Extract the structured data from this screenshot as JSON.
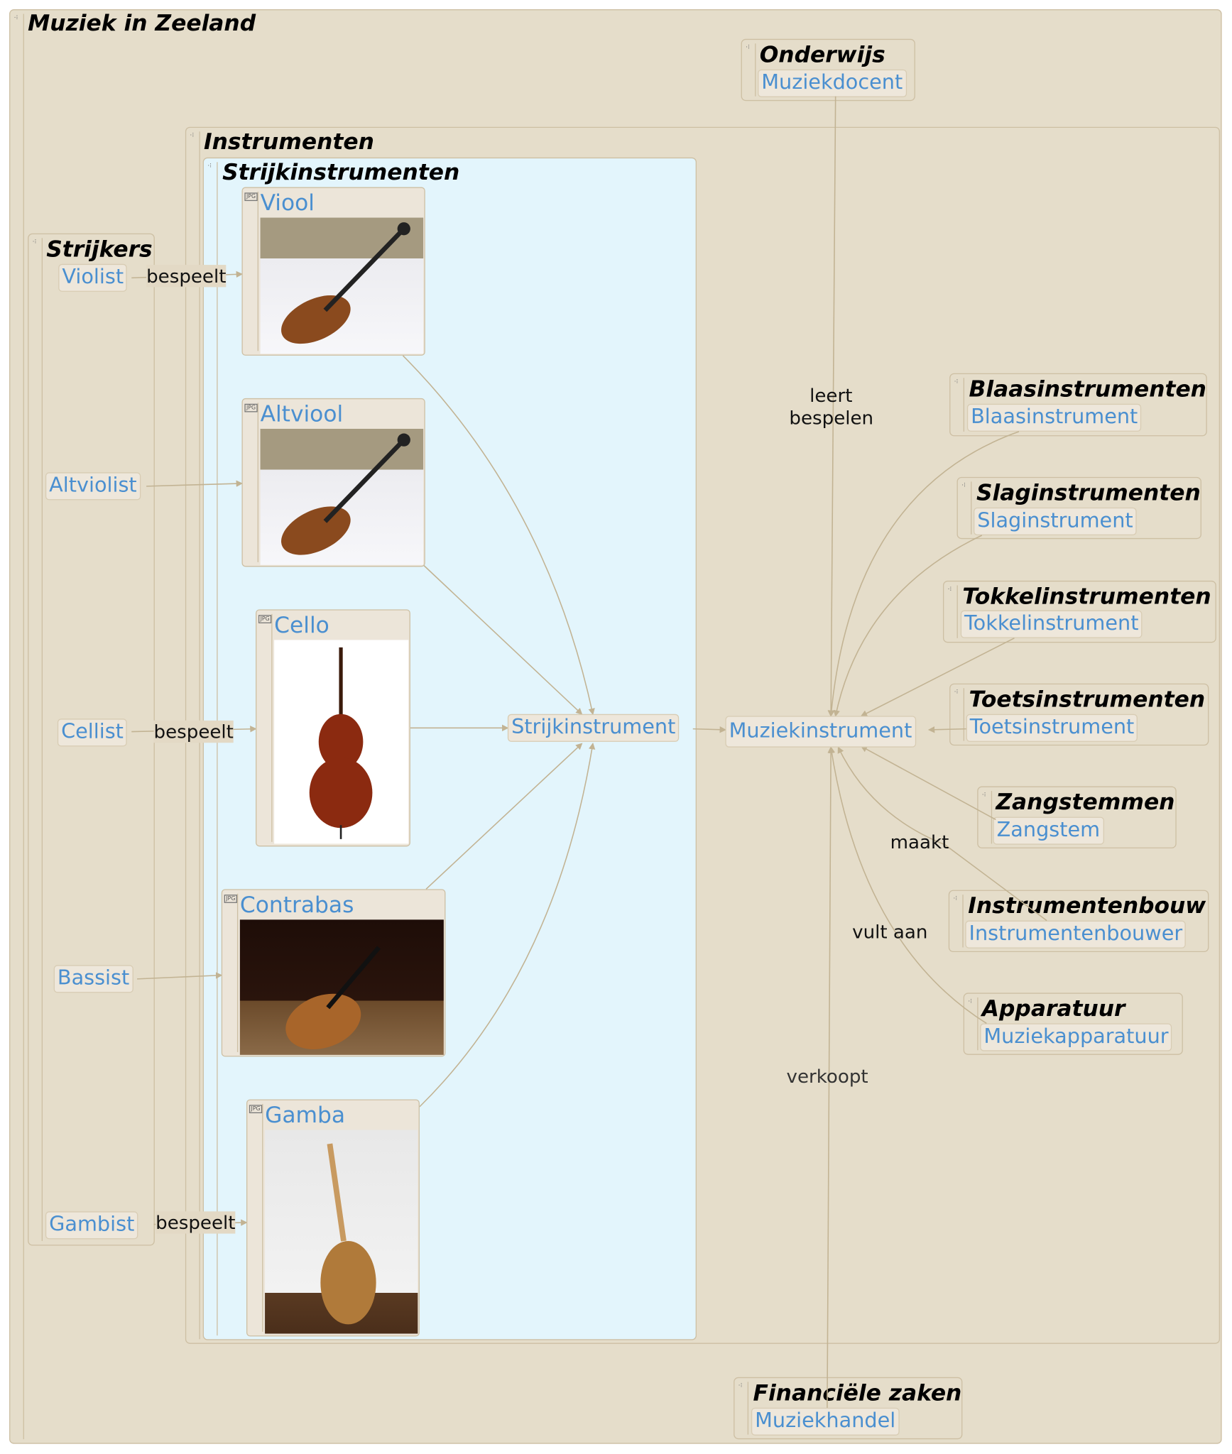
{
  "title": "Muziek in Zeeland",
  "groups": {
    "onderwijs": {
      "title": "Onderwijs",
      "item": "Muziekdocent"
    },
    "instrumenten": {
      "title": "Instrumenten"
    },
    "strijkinstrumenten": {
      "title": "Strijkinstrumenten",
      "node": "Strijkinstrument",
      "cards": [
        "Viool",
        "Altviool",
        "Cello",
        "Contrabas",
        "Gamba"
      ]
    },
    "strijkers": {
      "title": "Strijkers",
      "items": [
        "Violist",
        "Altviolist",
        "Cellist",
        "Bassist",
        "Gambist"
      ]
    },
    "blaas": {
      "title": "Blaasinstrumenten",
      "item": "Blaasinstrument"
    },
    "slag": {
      "title": "Slaginstrumenten",
      "item": "Slaginstrument"
    },
    "tokkel": {
      "title": "Tokkelinstrumenten",
      "item": "Tokkelinstrument"
    },
    "toets": {
      "title": "Toetsinstrumenten",
      "item": "Toetsinstrument"
    },
    "zang": {
      "title": "Zangstemmen",
      "item": "Zangstem"
    },
    "bouw": {
      "title": "Instrumentenbouw",
      "item": "Instrumentenbouwer"
    },
    "apparatuur": {
      "title": "Apparatuur",
      "item": "Muziekapparatuur"
    },
    "financieel": {
      "title": "Financiële zaken",
      "item": "Muziekhandel"
    }
  },
  "central_node": "Muziekinstrument",
  "edge_labels": {
    "bespeelt": "bespeelt",
    "leert_line1": "leert",
    "leert_line2": "bespelen",
    "maakt": "maakt",
    "vult_aan": "vult aan",
    "verkoopt": "verkoopt"
  },
  "image_badge": "JPG",
  "colors": {
    "frame": "#e5ddca",
    "blue_frame": "#e3f5fc",
    "link_text": "#4a8fd0",
    "edge": "#c2b393"
  }
}
